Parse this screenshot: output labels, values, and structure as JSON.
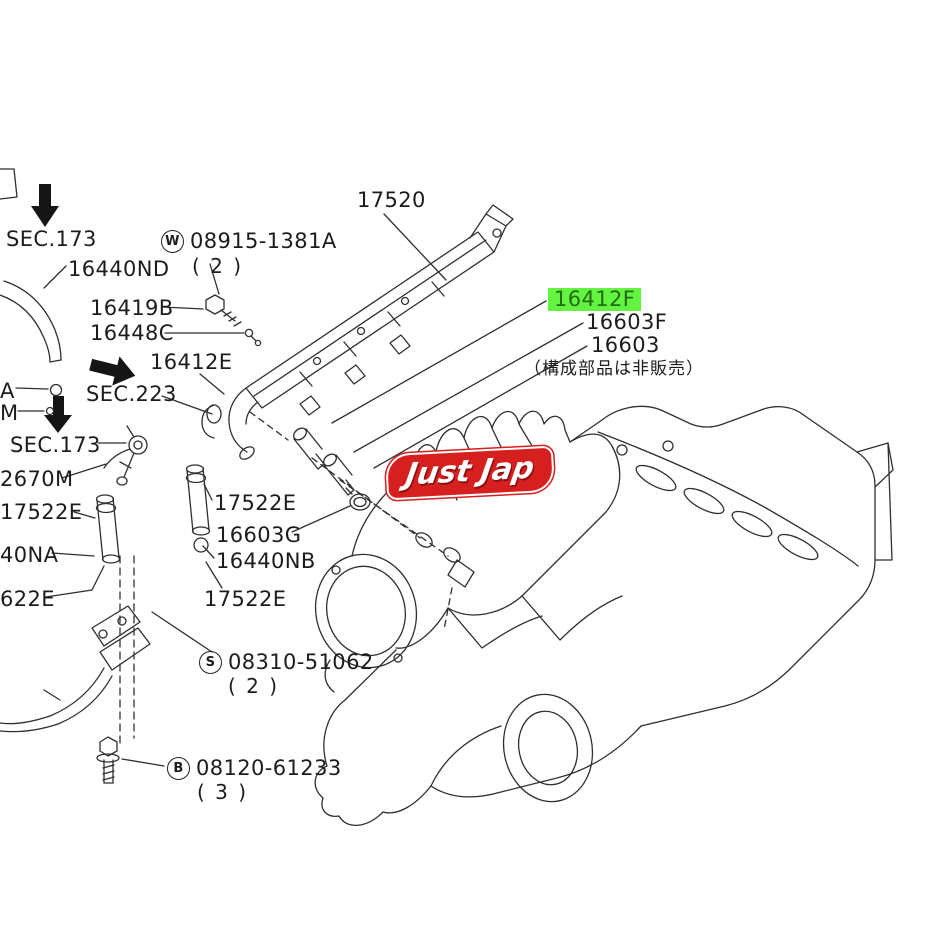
{
  "colors": {
    "highlight_bg": "#63f341",
    "highlight_text": "#256b15",
    "watermark_bg": "#d62020",
    "watermark_text": "#ffffff"
  },
  "watermark": {
    "text": "Just Jap"
  },
  "labels": {
    "sec173_top": "SEC.173",
    "p16440nd": "16440ND",
    "w_prefix": "W",
    "p08915": "08915-1381A",
    "qty_2a": "( 2 )",
    "p17520": "17520",
    "p16419b": "16419B",
    "p16448c": "16448C",
    "p16412e": "16412E",
    "sec223": "SEC.223",
    "p16412f": "16412F",
    "p16603f": "16603F",
    "p16603": "16603",
    "jp_note": "（構成部品は非販売）",
    "partial_a": "A",
    "partial_m": "M",
    "sec173_mid": "SEC.173",
    "p22670m": "2670M",
    "p17522e_left": "17522E",
    "p16440na": "40NA",
    "p17522e_left2": "622E",
    "p17522e_mid": "17522E",
    "p16603g": "16603G",
    "p16440nb": "16440NB",
    "p17522e_mid2": "17522E",
    "s_prefix": "S",
    "p08310": "08310-51062",
    "qty_2b": "( 2 )",
    "b_prefix": "B",
    "p08120": "08120-61233",
    "qty_3": "( 3 )"
  }
}
